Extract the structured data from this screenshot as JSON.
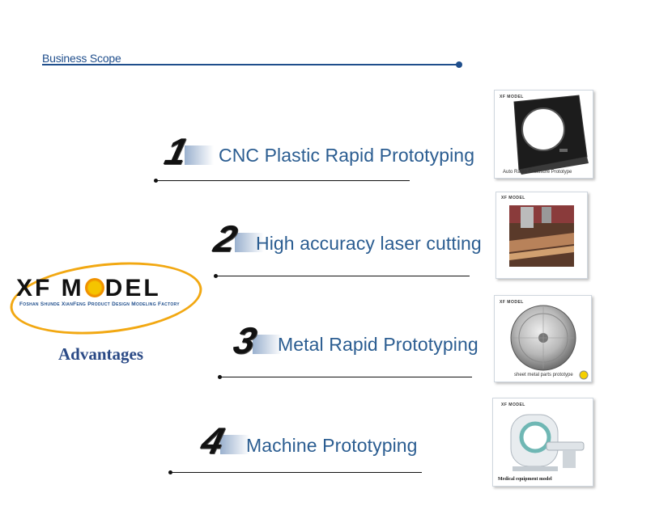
{
  "header": {
    "title": "Business Scope"
  },
  "items": [
    {
      "number": "1",
      "label": "CNC Plastic Rapid Prototyping",
      "image_caption": "Auto Radio Enclosure Prototype"
    },
    {
      "number": "2",
      "label": "High accuracy laser cutting",
      "image_caption": ""
    },
    {
      "number": "3",
      "label": "Metal Rapid Prototyping",
      "image_caption": "sheet metal parts prototype"
    },
    {
      "number": "4",
      "label": "Machine  Prototyping",
      "image_caption": "Medical equipment model"
    }
  ],
  "thumbnail_brand": "XF MODEL",
  "logo": {
    "brand_left": "XF M",
    "brand_right": "DEL",
    "subtitle": "Foshan Shunde XianFeng Product Design Modeling Factory"
  },
  "advantages_label": "Advantages",
  "colors": {
    "accent_blue": "#2b5d91",
    "logo_orange": "#f2a812",
    "logo_yellow": "#f5c400"
  }
}
